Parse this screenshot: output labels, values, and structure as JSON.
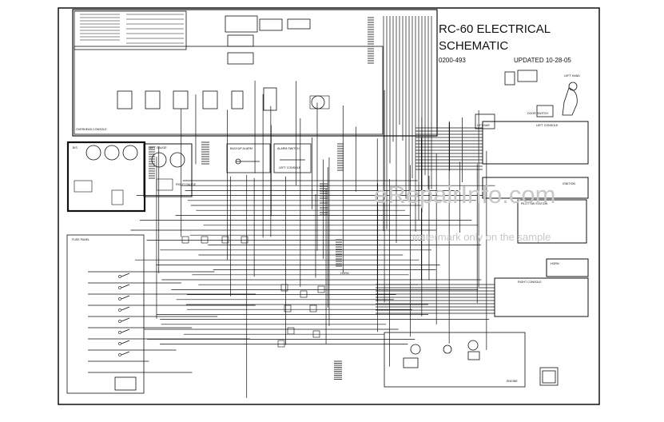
{
  "title": {
    "line1": "RC-60 ELECTRICAL",
    "line2": "SCHEMATIC",
    "part_number": "0200-493",
    "updated": "UPDATED 10-28-05"
  },
  "labels": {
    "overhead_console": "OVERHEAD CONSOLE",
    "backup_alarm": "BACKUP ALARM",
    "alarm_switch": "ALARM SWITCH",
    "left_console": "LEFT CONSOLE",
    "left_console_2": "LEFT CONSOLE",
    "door_switch": "DOOR SWITCH",
    "lift_bar": "LIFT BAR",
    "fuse_panel": "FUSE PANEL",
    "ignition": "IGNITION",
    "horn": "HORN",
    "right_console": "RIGHT CONSOLE",
    "engine": "ENGINE",
    "gauge_panel": "B/S",
    "horn_pad": "HORN",
    "left_gauge": "LEFT GAUGE",
    "right_gauge": "RIGHT GAUGE",
    "pilot_switch": "PILOT SW STATION",
    "joystick_label": "LEFT HAND"
  },
  "watermark": {
    "site": "eRepairInfo.com",
    "note": "watermark only on the sample"
  },
  "colors": {
    "ink": "#111111",
    "watermark": "#c8c8c8",
    "paper": "#ffffff"
  }
}
